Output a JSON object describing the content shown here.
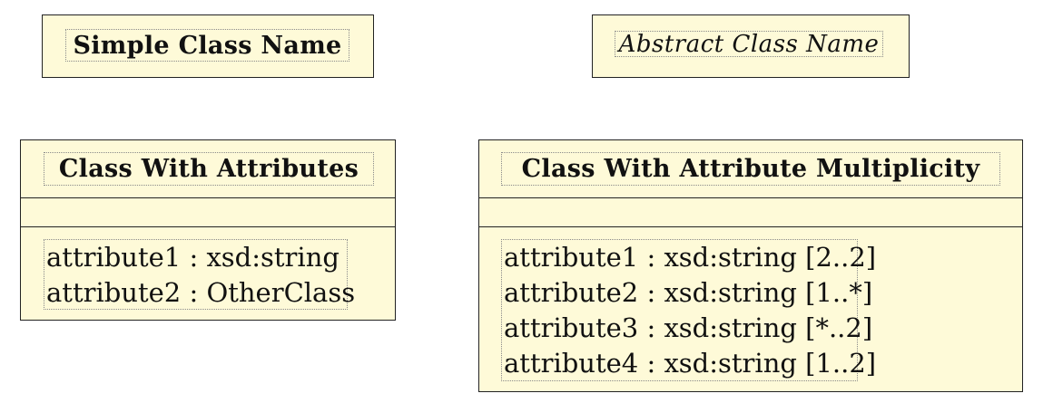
{
  "classes": {
    "simple": {
      "name": "Simple Class Name"
    },
    "abstract": {
      "name": "Abstract Class Name"
    },
    "with_attributes": {
      "name": "Class With Attributes",
      "attributes": [
        "attribute1 : xsd:string",
        "attribute2 : OtherClass"
      ]
    },
    "with_multiplicity": {
      "name": "Class With Attribute Multiplicity",
      "attributes": [
        "attribute1 : xsd:string [2..2]",
        "attribute2 : xsd:string [1..*]",
        "attribute3 : xsd:string [*..2]",
        "attribute4 : xsd:string [1..2]"
      ]
    }
  },
  "colors": {
    "class_fill": "#fefad8",
    "border": "#222222",
    "dotted_guide": "#8a8a8a"
  }
}
